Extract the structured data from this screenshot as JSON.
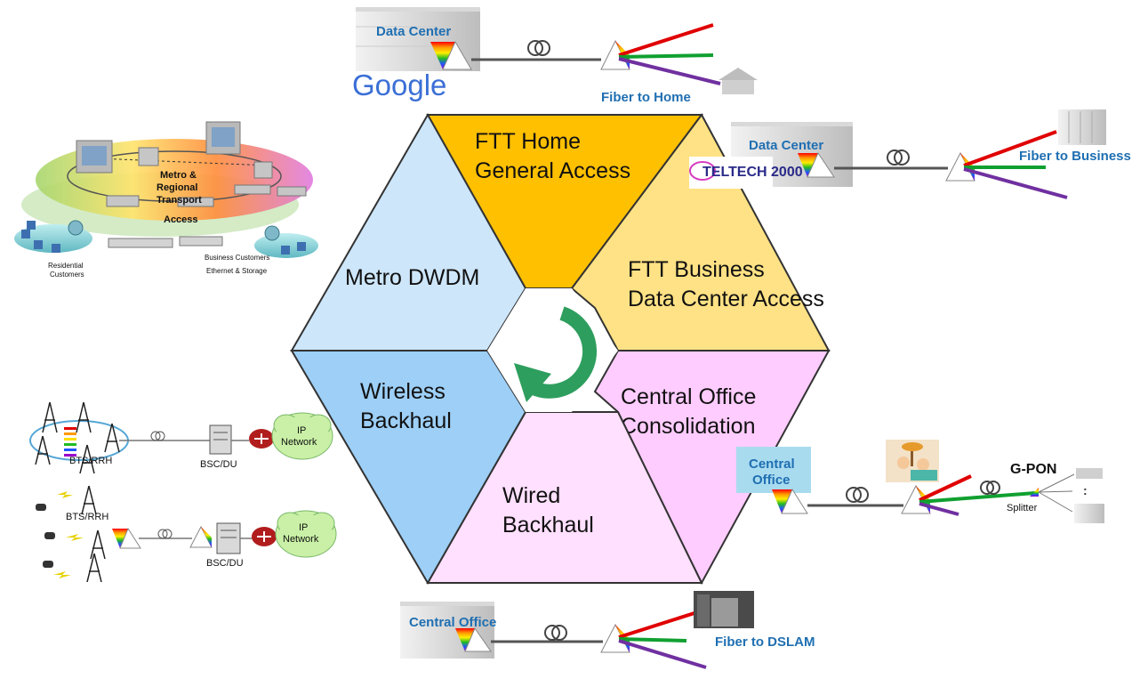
{
  "hexagon": {
    "segments": {
      "ftt_home": {
        "line1": "FTT Home",
        "line2": "General Access",
        "color": "#FFC000"
      },
      "ftt_business": {
        "line1": "FTT Business",
        "line2": "Data Center Access",
        "color": "#FFE285"
      },
      "central_office": {
        "line1": "Central Office",
        "line2": "Consolidation",
        "color": "#FFCCFF"
      },
      "wired": {
        "line1": "Wired",
        "line2": "Backhaul",
        "color": "#FFE0FF"
      },
      "wireless": {
        "line1": "Wireless",
        "line2": "Backhaul",
        "color": "#9DCFF7"
      },
      "metro": {
        "line1": "Metro DWDM",
        "color": "#CDE6FA"
      }
    },
    "cycle_arrow_color": "#2E9E5E"
  },
  "top_scene": {
    "data_center": "Data Center",
    "logo": "Google",
    "fiber_label": "Fiber to Home"
  },
  "right_top_scene": {
    "data_center": "Data Center",
    "logo": "TELTECH 2000",
    "fiber_label": "Fiber to Business"
  },
  "right_mid_scene": {
    "central_office_line1": "Central",
    "central_office_line2": "Office",
    "gpon": "G-PON",
    "splitter": "Splitter",
    "dots": ":"
  },
  "bottom_scene": {
    "central_office": "Central Office",
    "fiber_label": "Fiber to DSLAM"
  },
  "metro_scene": {
    "ring_label_1": "Metro &",
    "ring_label_2": "Regional",
    "ring_label_3": "Transport",
    "access_label": "Access",
    "residential_1": "Residential",
    "residential_2": "Customers",
    "business": "Business Customers",
    "ethernet": "Ethernet & Storage"
  },
  "wireless_scene": {
    "bts_1": "BTS/RRH",
    "bsc_1": "BSC/DU",
    "ip_1_line1": "IP",
    "ip_1_line2": "Network",
    "bts_2": "BTS/RRH",
    "bsc_2": "BSC/DU",
    "ip_2_line1": "IP",
    "ip_2_line2": "Network"
  },
  "colors": {
    "label_blue": "#1F6FB2",
    "fiber_red": "#E00000",
    "fiber_green": "#10A030",
    "fiber_purple": "#7030A0",
    "fiber_gray": "#555555"
  }
}
